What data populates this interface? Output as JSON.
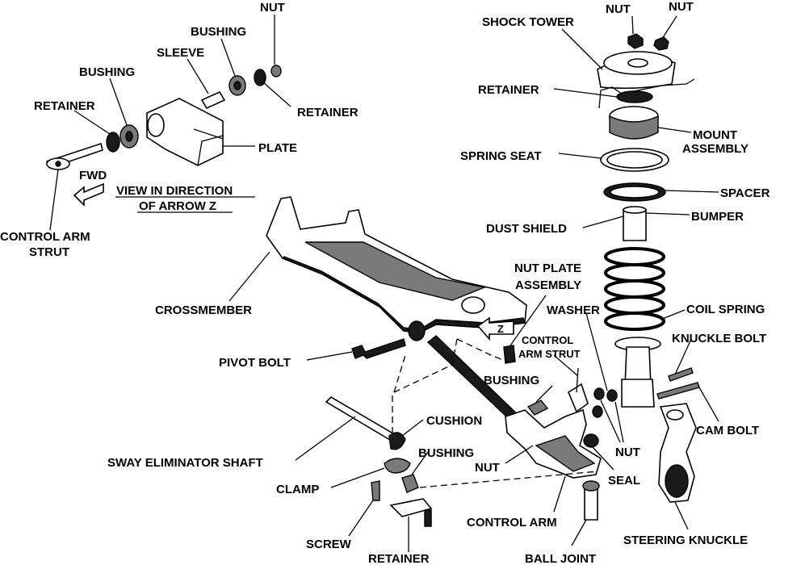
{
  "labels": {
    "nut_top_left": "NUT",
    "bushing_top": "BUSHING",
    "sleeve": "SLEEVE",
    "bushing_left": "BUSHING",
    "retainer_left": "RETAINER",
    "retainer_right": "RETAINER",
    "plate": "PLATE",
    "fwd": "FWD",
    "view_line1": "VIEW IN DIRECTION",
    "view_line2": "OF ARROW Z",
    "control_arm_strut_line1": "CONTROL ARM",
    "control_arm_strut_line2": "STRUT",
    "shock_tower": "SHOCK TOWER",
    "nut_tower_1": "NUT",
    "nut_tower_2": "NUT",
    "retainer_tower": "RETAINER",
    "mount_line1": "MOUNT",
    "mount_line2": "ASSEMBLY",
    "spring_seat": "SPRING SEAT",
    "spacer": "SPACER",
    "bumper": "BUMPER",
    "dust_shield": "DUST SHIELD",
    "nut_plate_line1": "NUT PLATE",
    "nut_plate_line2": "ASSEMBLY",
    "crossmember": "CROSSMEMBER",
    "washer": "WASHER",
    "coil_spring": "COIL SPRING",
    "knuckle_bolt": "KNUCKLE BOLT",
    "control_arm_strut_center_line1": "CONTROL",
    "control_arm_strut_center_line2": "ARM STRUT",
    "pivot_bolt": "PIVOT BOLT",
    "bushing_center": "BUSHING",
    "cushion": "CUSHION",
    "cam_bolt": "CAM BOLT",
    "nut_center": "NUT",
    "bushing_lower": "BUSHING",
    "sway_shaft": "SWAY ELIMINATOR SHAFT",
    "nut_lower": "NUT",
    "seal": "SEAL",
    "clamp": "CLAMP",
    "control_arm": "CONTROL ARM",
    "screw": "SCREW",
    "steering_knuckle": "STEERING KNUCKLE",
    "retainer_bottom": "RETAINER",
    "ball_joint": "BALL JOINT",
    "arrow_z": "Z"
  }
}
